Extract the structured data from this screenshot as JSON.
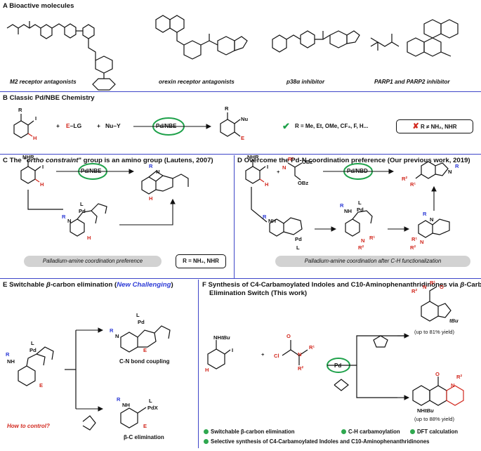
{
  "panel_a": {
    "title": "A Bioactive molecules",
    "captions": [
      "M2 receptor antagonists",
      "orexin receptor antagonists",
      "p38α inhibitor",
      "PARP1 and PARP2 inhibitor"
    ]
  },
  "panel_b": {
    "title": "B Classic Pd/NBE Chemistry",
    "reagent_e": "E",
    "reagent_lg": "–LG",
    "reagent_plus": "+",
    "reagent_nu": "Nu–Y",
    "catalyst": "Pd/NBE",
    "product_nu": "Nu",
    "product_e": "E",
    "scope_ok": "R = Me, Et, OMe, CF₃, F, H...",
    "scope_not": "R ≠ NH₂, NHR",
    "sub_r": "R",
    "sub_i": "I",
    "sub_h": "H",
    "prod_r": "R"
  },
  "panel_c": {
    "title_pre": "C The \"",
    "title_italic": "ortho constraint",
    "title_post": "\" group is an amino group (Lautens, 2007)",
    "catalyst": "Pd/NBE",
    "nhr": "NHR",
    "i": "I",
    "h": "H",
    "int_r": "R",
    "int_n": "N",
    "int_pd": "Pd",
    "int_l": "L",
    "int_h": "H",
    "prod_r": "R",
    "prod_n": "N",
    "prod_h": "H",
    "pill": "Palladium-amine coordination preference",
    "r_box": "R = NH₂, NHR"
  },
  "panel_d": {
    "title": "D Overcome the Pd-N coordination preference (Our previous work, 2019)",
    "catalyst": "Pd/NBD",
    "nhr": "NHR",
    "i": "I",
    "h": "H",
    "plus": "+",
    "r1": "R¹",
    "n": "N",
    "obz": "OBz",
    "obz2": "OBz",
    "prod_r": "R",
    "prod_r2": "R²",
    "prod_n": "N",
    "prod_r1": "R¹",
    "i1_r": "R",
    "i1_nh": "NH",
    "i1_pd": "Pd",
    "i1_l": "L",
    "i2_r": "R",
    "i2_nh": "NH",
    "i2_pd": "Pd",
    "i2_l": "L",
    "i2_r1": "R¹",
    "i2_r2": "R²",
    "i2_n": "N",
    "i3_r": "R",
    "i3_n": "N",
    "i3_r2": "R²",
    "i3_r1": "R¹",
    "i3_nn": "N",
    "pill": "Palladium-amine coordination after C-H functionalization"
  },
  "panel_e": {
    "title_pre": "E Switchable ",
    "title_beta": "β",
    "title_mid": "-carbon elimination (",
    "title_blue": "New Challenging",
    "title_post": ")",
    "sm_l": "L",
    "sm_pd": "Pd",
    "sm_r": "R",
    "sm_nh": "NH",
    "sm_e": "E",
    "p1_r": "R",
    "p1_n": "N",
    "p1_l": "L",
    "p1_pd": "Pd",
    "p1_e": "E",
    "p1_label": "C-N bond coupling",
    "p2_r": "R",
    "p2_nh": "NH",
    "p2_l": "L",
    "p2_pdx": "PdX",
    "p2_e": "E",
    "p2_label": "β-C elimination",
    "question": "How to control?"
  },
  "panel_f": {
    "title_line1_pre": "F Synthesis of C4-Carbamoylated Indoles and C10-Aminophenanthridinones via ",
    "title_line1_beta": "β",
    "title_line1_post": "-Carbon",
    "title_line2": "Elimination Switch (This work)",
    "sm_nh": "NH",
    "sm_tbu": "tBu",
    "sm_i": "I",
    "sm_h": "H",
    "plus": "+",
    "cl": "Cl",
    "o": "O",
    "n": "N",
    "r1": "R¹",
    "r2": "R²",
    "catalyst": "Pd",
    "p1_r1": "R¹",
    "p1_r2": "R²",
    "p1_n": "N",
    "p1_o": "O",
    "p1_tbu": "tBu",
    "p1_yield": "(up to 81% yield)",
    "p2_o": "O",
    "p2_r2": "R²",
    "p2_n": "N",
    "p2_nh": "NH",
    "p2_tbu": "tBu",
    "p2_yield": "(up to 88% yield)",
    "bullets": [
      "Switchable β-carbon elimination",
      "C-H carbamoylation",
      "DFT calculation",
      "Selective synthesis of C4-Carbamoylated Indoles and C10-Aminophenanthridinones"
    ]
  },
  "colors": {
    "rule": "#3e46c8",
    "blue": "#2d3bd6",
    "red": "#d2281e",
    "green": "#1ea14a",
    "pill": "#d2d2d2"
  }
}
